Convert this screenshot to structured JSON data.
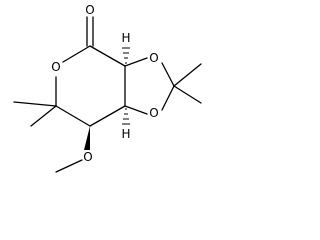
{
  "molecule": {
    "atoms": {
      "carbonyl_oxygen": "O",
      "ring_oxygen": "O",
      "dioxolane_oxygen_top": "O",
      "dioxolane_oxygen_bottom": "O",
      "methoxy_oxygen": "O",
      "stereo_hydrogen_top": "H",
      "stereo_hydrogen_bottom": "H"
    }
  }
}
